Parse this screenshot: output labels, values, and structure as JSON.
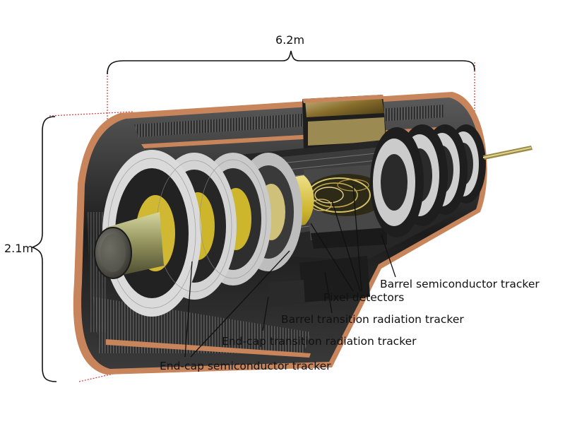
{
  "dimensions": {
    "length": "6.2m",
    "diameter": "2.1m"
  },
  "labels": {
    "barrel_sct": "Barrel semiconductor tracker",
    "pixel": "Pixel detectors",
    "barrel_trt": "Barrel transition radiation tracker",
    "endcap_trt": "End-cap transition radiation tracker",
    "endcap_sct": "End-cap semiconductor tracker"
  },
  "colors": {
    "copper": "#c8845a",
    "yellow": "#d8c23a",
    "dark": "#1e1e1e",
    "guide": "#d23a3a"
  }
}
